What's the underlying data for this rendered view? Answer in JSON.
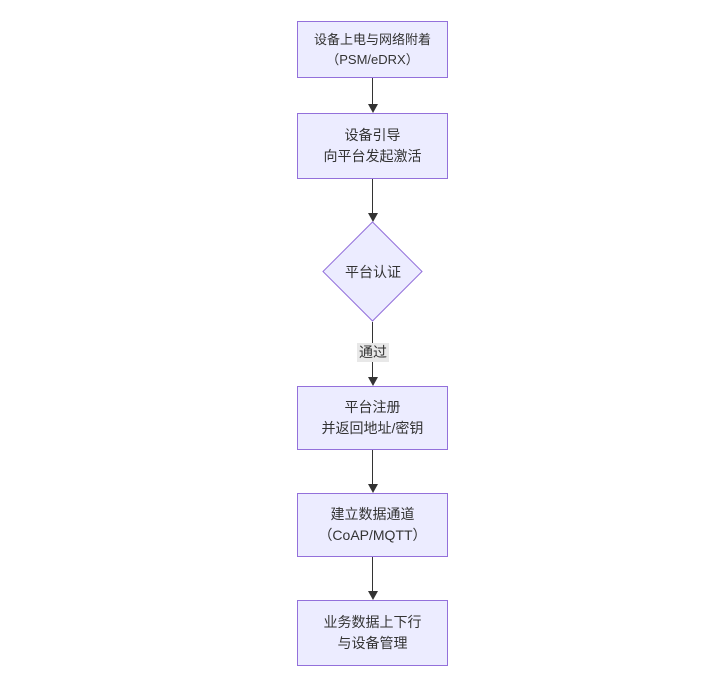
{
  "diagram": {
    "kind": "flowchart-top-down",
    "colors": {
      "background": "#ffffff",
      "node_fill": "#ECECFF",
      "node_border": "#9370DB",
      "edge_line": "#333333",
      "text": "#333333",
      "edge_label_bg": "#e8e8e8"
    },
    "nodes": [
      {
        "shape": "rect",
        "line1": "设备上电与网络附着",
        "line2": "（PSM/eDRX）"
      },
      {
        "shape": "rect",
        "line1": "设备引导",
        "line2": "向平台发起激活"
      },
      {
        "shape": "diamond",
        "line1": "平台认证"
      },
      {
        "shape": "rect",
        "line1": "平台注册",
        "line2": "并返回地址/密钥"
      },
      {
        "shape": "rect",
        "line1": "建立数据通道",
        "line2": "（CoAP/MQTT）"
      },
      {
        "shape": "rect",
        "line1": "业务数据上下行",
        "line2": "与设备管理"
      }
    ],
    "edge_label": "通过"
  }
}
